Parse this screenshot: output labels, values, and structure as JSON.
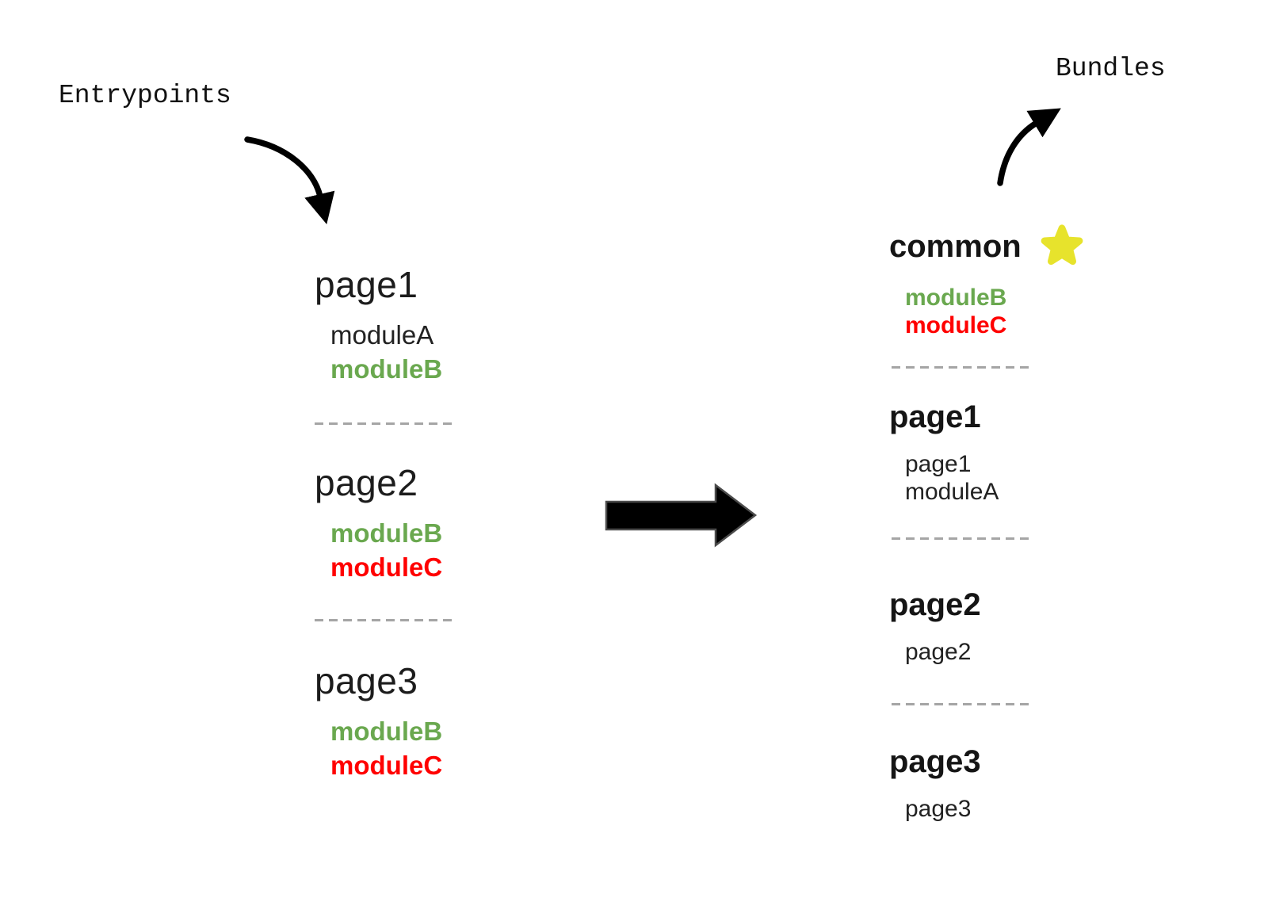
{
  "labels": {
    "entrypoints": "Entrypoints",
    "bundles": "Bundles"
  },
  "colors": {
    "green": "#6aa84f",
    "red": "#ff0000",
    "ink": "#171717",
    "dash": "#a5a5a5",
    "star": "#e7e32c",
    "arrow": "#000000"
  },
  "icons": {
    "star": "★",
    "transform_arrow": "➜"
  },
  "entry_sections": [
    {
      "title": "page1",
      "modules": [
        {
          "name": "moduleA",
          "color": "black",
          "bold": false
        },
        {
          "name": "moduleB",
          "color": "green",
          "bold": true
        }
      ]
    },
    {
      "title": "page2",
      "modules": [
        {
          "name": "moduleB",
          "color": "green",
          "bold": true
        },
        {
          "name": "moduleC",
          "color": "red",
          "bold": true
        }
      ]
    },
    {
      "title": "page3",
      "modules": [
        {
          "name": "moduleB",
          "color": "green",
          "bold": true
        },
        {
          "name": "moduleC",
          "color": "red",
          "bold": true
        }
      ]
    }
  ],
  "bundle_sections": [
    {
      "title": "common",
      "starred": true,
      "modules": [
        {
          "name": "moduleB",
          "color": "green",
          "bold": true
        },
        {
          "name": "moduleC",
          "color": "red",
          "bold": true
        }
      ]
    },
    {
      "title": "page1",
      "starred": false,
      "modules": [
        {
          "name": "page1",
          "color": "black",
          "bold": false
        },
        {
          "name": "moduleA",
          "color": "black",
          "bold": false
        }
      ]
    },
    {
      "title": "page2",
      "starred": false,
      "modules": [
        {
          "name": "page2",
          "color": "black",
          "bold": false
        }
      ]
    },
    {
      "title": "page3",
      "starred": false,
      "modules": [
        {
          "name": "page3",
          "color": "black",
          "bold": false
        }
      ]
    }
  ]
}
